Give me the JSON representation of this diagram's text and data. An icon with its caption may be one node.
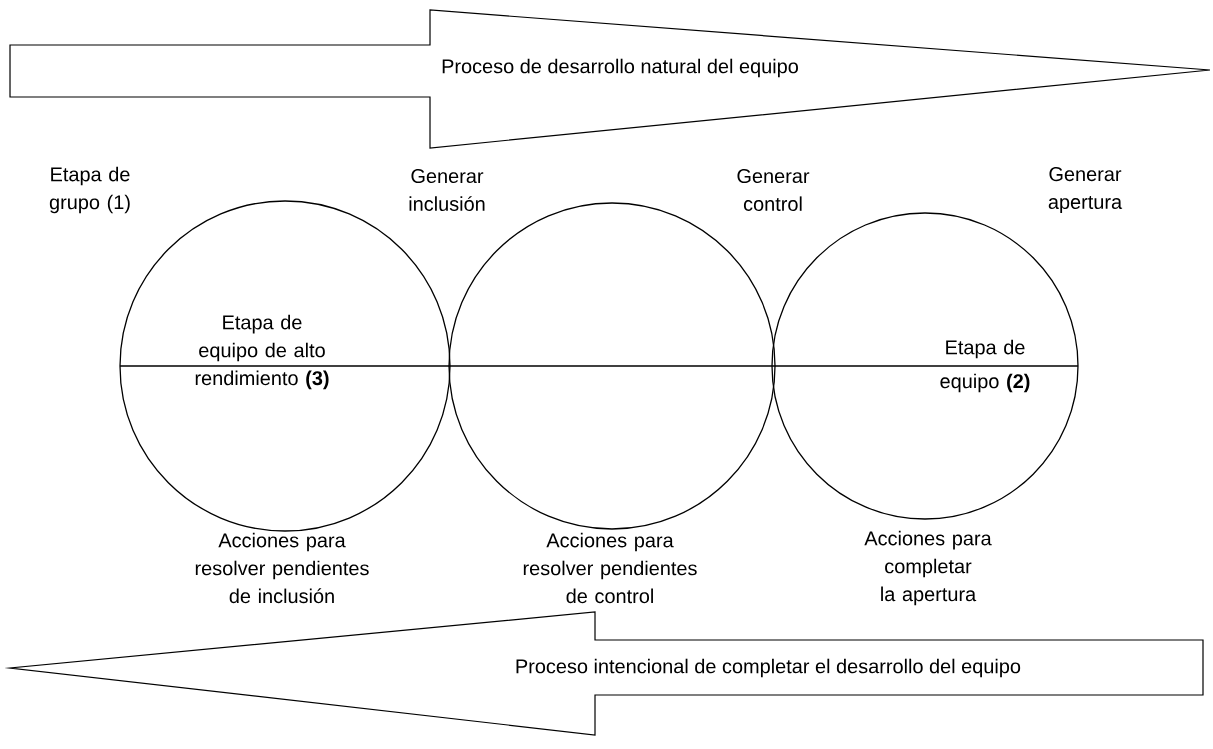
{
  "diagram": {
    "nodes": [
      {
        "text": [
          "Proceso de desarrollo natural del equipo"
        ]
      },
      {
        "text": [
          "Etapa de equipo de alto rendimiento **(3)**"
        ]
      },
      {
        "text": [],
        "shape": "circle"
      },
      {
        "text": [
          "Etapa de equipo **(2)**"
        ]
      },
      {
        "text": [
          "Proceso intencional de completar el desarrollo del equipo"
        ]
      }
    ],
    "edges": [],
    "labels": [
      "Etapa de grupo (1)",
      "Generar inclusión",
      "Generar control",
      "Generar apertura",
      "Acciones para resolver pendientes de inclusión",
      "Acciones para resolver pendientes de control",
      "Acciones para completar la apertura"
    ]
  }
}
